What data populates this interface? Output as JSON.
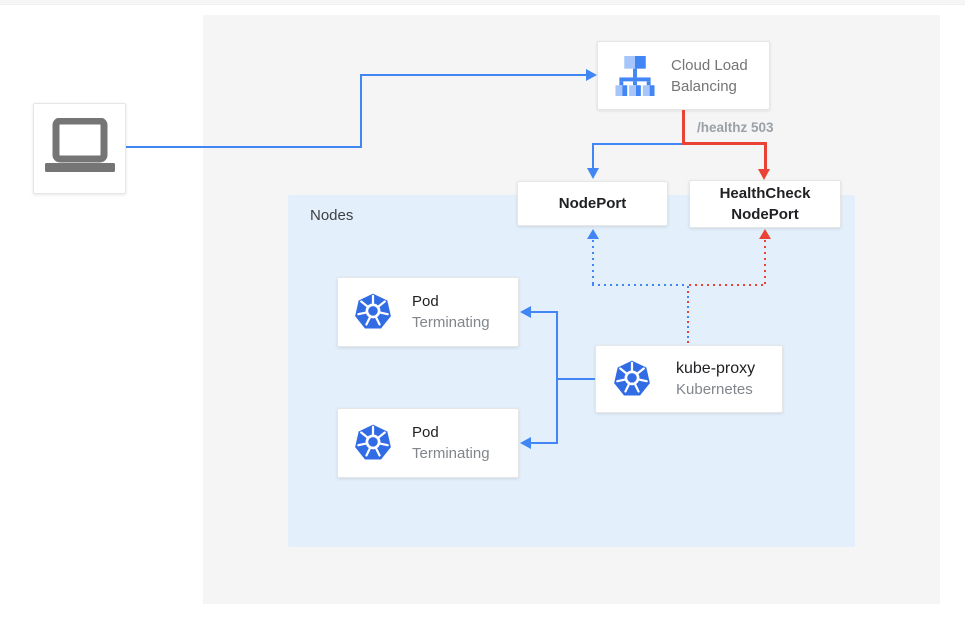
{
  "diagram": {
    "client": {
      "icon": "laptop-icon"
    },
    "cloud_lb": {
      "label": "Cloud Load Balancing",
      "icon": "cloud-load-balancing-icon"
    },
    "healthz_badge": "/healthz 503",
    "nodeport": {
      "label": "NodePort"
    },
    "healthcheck_nodeport": {
      "label": "HealthCheck NodePort"
    },
    "nodes_group": {
      "label": "Nodes"
    },
    "pods": [
      {
        "title": "Pod",
        "status": "Terminating",
        "icon": "kubernetes-icon"
      },
      {
        "title": "Pod",
        "status": "Terminating",
        "icon": "kubernetes-icon"
      }
    ],
    "kube_proxy": {
      "title": "kube-proxy",
      "subtitle": "Kubernetes",
      "icon": "kubernetes-icon"
    },
    "colors": {
      "flow_blue": "#4285F4",
      "flow_red": "#EA4335",
      "kubernetes_blue": "#326CE5",
      "nodes_bg": "#E3F0FC",
      "canvas_bg": "#F5F5F5",
      "icon_gray": "#757575"
    }
  }
}
